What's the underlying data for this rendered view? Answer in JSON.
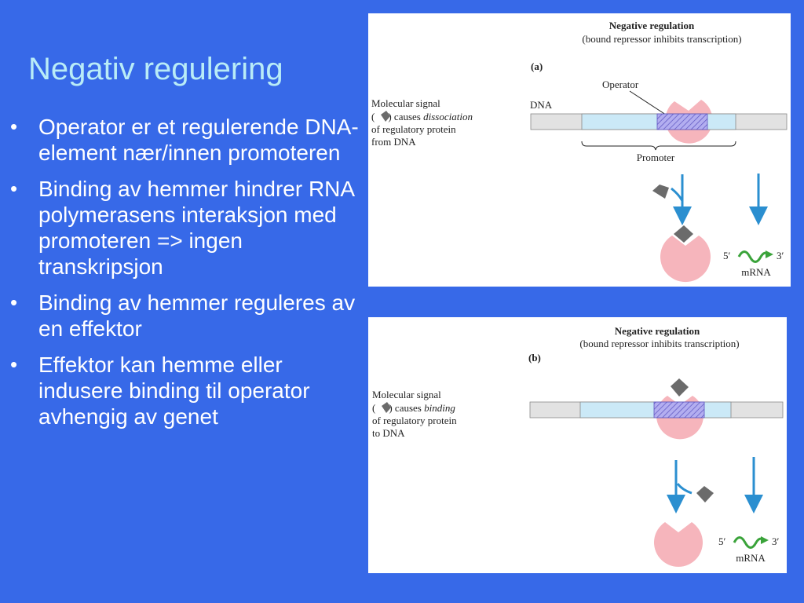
{
  "slide": {
    "title": "Negativ regulering",
    "bullets": [
      "Operator er et regulerende DNA-element nær/innen promoteren",
      "Binding av hemmer hindrer RNA polymerasens interaksjon med promoteren => ingen transkripsjon",
      "Binding av hemmer reguleres av en effektor",
      "Effektor kan hemme eller indusere binding til operator avhengig av genet"
    ],
    "bullet_symbol": "•"
  },
  "figure_a": {
    "heading": "Negative regulation",
    "subheading": "(bound repressor inhibits transcription)",
    "panel_label": "(a)",
    "signal_text": {
      "line1": "Molecular signal",
      "line2_open": "(",
      "line2_close": ") causes",
      "line2_emph": "dissociation",
      "line3": "of regulatory protein",
      "line4": "from DNA"
    },
    "dna_label": "DNA",
    "operator_label": "Operator",
    "promoter_label": "Promoter",
    "five_prime": "5′",
    "three_prime": "3′",
    "mrna_label": "mRNA"
  },
  "figure_b": {
    "heading": "Negative regulation",
    "subheading": "(bound repressor inhibits transcription)",
    "panel_label": "(b)",
    "signal_text": {
      "line1": "Molecular signal",
      "line2_open": "(",
      "line2_close": ") causes",
      "line2_emph": "binding",
      "line3": "of regulatory protein",
      "line4": "to DNA"
    },
    "five_prime": "5′",
    "three_prime": "3′",
    "mrna_label": "mRNA"
  },
  "colors": {
    "background": "#3769e8",
    "title": "#b9ecf7",
    "repressor": "#f6b5bc",
    "promoter_region": "#cbe9f7",
    "operator_hatch": "#8c86d8",
    "dna_strand": "#e2e2e2",
    "arrow": "#2b8fd0",
    "signal_molecule": "#6b6b6b",
    "mrna": "#3aa33a"
  }
}
